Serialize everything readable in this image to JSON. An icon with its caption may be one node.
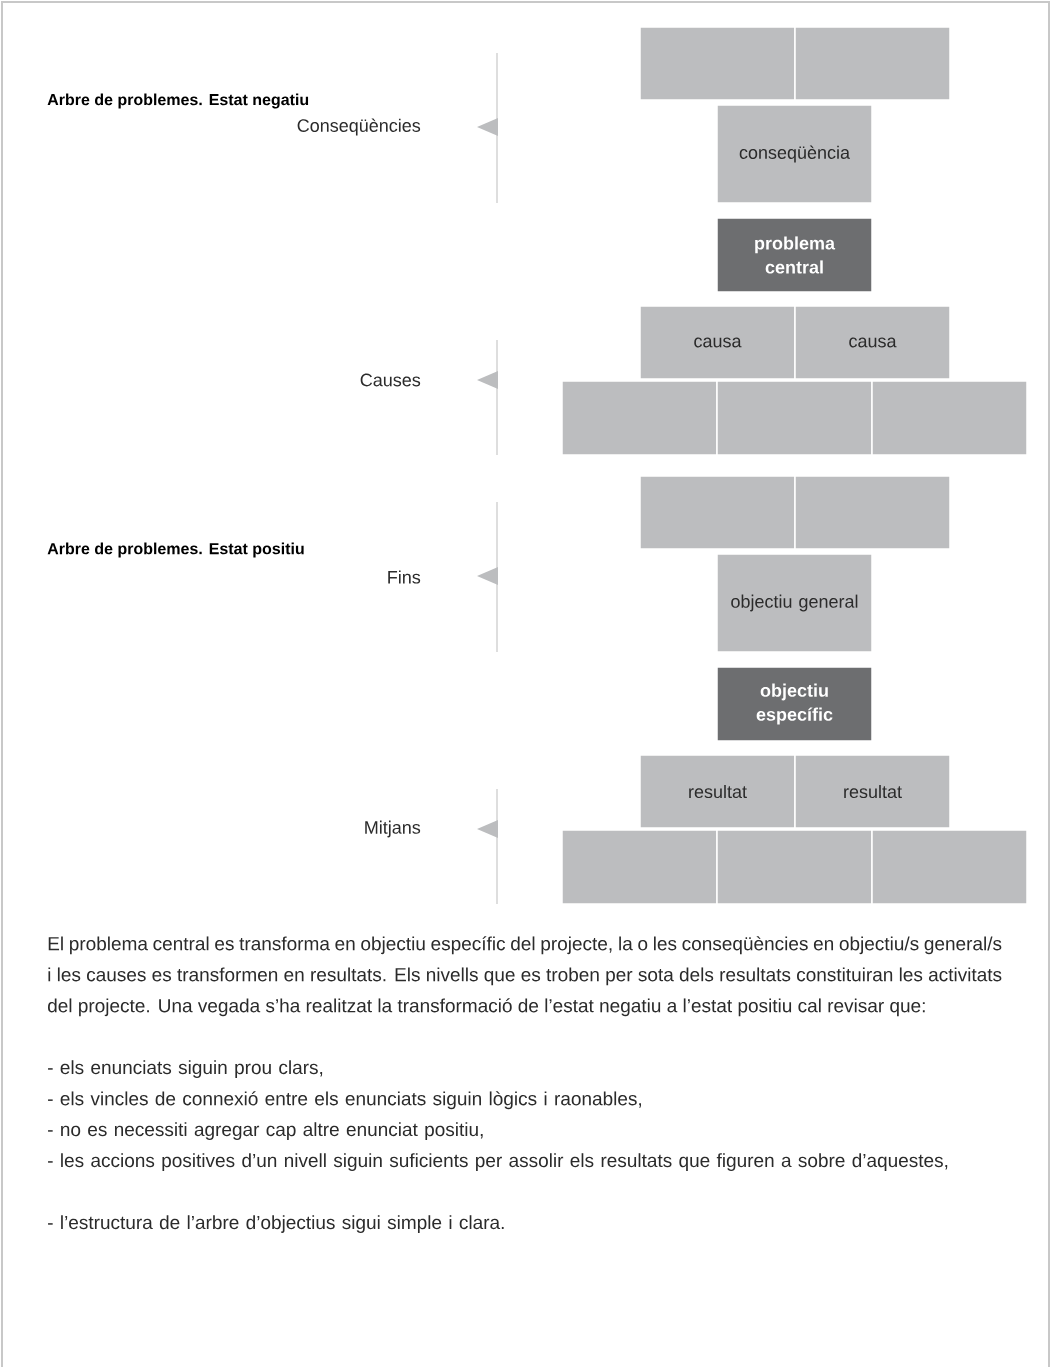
{
  "diagram": {
    "nodes": [
      {
        "text": [],
        "shape": "box"
      },
      {
        "text": [],
        "shape": "box"
      },
      {
        "text": [
          "conseqüència"
        ]
      },
      {
        "text": [
          "problema central"
        ]
      },
      {
        "text": [
          "causa"
        ]
      },
      {
        "text": [
          "causa"
        ]
      },
      {
        "text": [],
        "shape": "box"
      },
      {
        "text": [],
        "shape": "box"
      },
      {
        "text": [],
        "shape": "box"
      },
      {
        "text": [],
        "shape": "box"
      },
      {
        "text": [],
        "shape": "box"
      },
      {
        "text": [
          "objectiu general"
        ]
      },
      {
        "text": [
          "objectiu específic"
        ]
      },
      {
        "text": [
          "resultat"
        ]
      },
      {
        "text": [
          "resultat"
        ]
      },
      {
        "text": [],
        "shape": "box"
      },
      {
        "text": [],
        "shape": "box"
      },
      {
        "text": [],
        "shape": "box"
      }
    ],
    "labels": [
      "Arbre de problemes. Estat negatiu",
      "Conseqüències",
      "Causes",
      "Arbre de problemes. Estat positiu",
      "Fins",
      "Mitjans",
      "El problema central es transforma en objectiu específic del projecte, la o les conseqüències en objectiu/s general/s i les causes es transformen en resultats. Els nivells que es troben per sota dels resultats constituiran les activitats del projecte. Una vegada s’ha realitzat la transformació de l’estat negatiu a l’estat positiu cal revisar que:",
      "- els enunciats siguin prou clars,",
      "- els vincles de connexió entre els enunciats siguin lògics i raonables,",
      "- no es necessiti agregar cap altre enunciat positiu,",
      "- les accions positives d’un nivell siguin suficients per assolir els resultats que figuren a sobre d’aquestes,",
      "- l’estructura de l’arbre d’objectius sigui simple i clara."
    ]
  }
}
